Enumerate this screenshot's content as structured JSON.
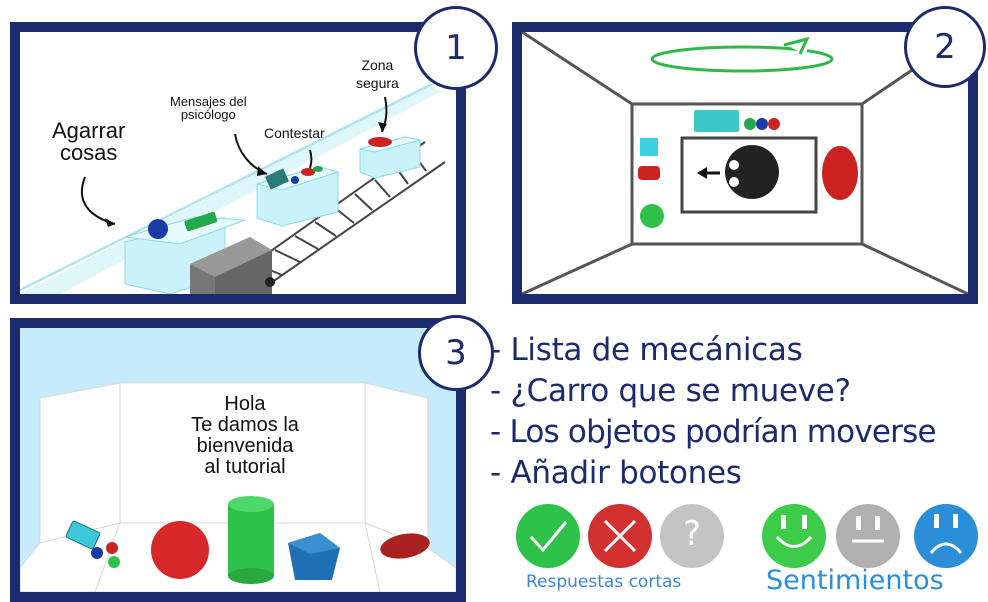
{
  "panel1": {
    "number": "1",
    "label_grab": [
      "Agarrar",
      "cosas"
    ],
    "label_messages": [
      "Mensajes del",
      "psicólogo"
    ],
    "label_answer": "Contestar",
    "label_safe": [
      "Zona",
      "segura"
    ]
  },
  "panel2": {
    "number": "2"
  },
  "panel3": {
    "number": "3",
    "welcome": [
      "Hola",
      "Te damos la",
      "bienvenida",
      "al tutorial"
    ]
  },
  "mechanics": {
    "items": [
      "- Lista de mecánicas",
      "- ¿Carro que se mueve?",
      "- Los objetos podrían moverse",
      "- Añadir botones"
    ]
  },
  "short_answers": {
    "label": "Respuestas cortas",
    "question_mark": "?"
  },
  "feelings": {
    "label": "Sentimientos"
  },
  "colors": {
    "frame": "#1c2a6e",
    "green": "#2fc24a",
    "red": "#d33030",
    "gray": "#b8b8b8",
    "blue": "#2a8fd8"
  }
}
